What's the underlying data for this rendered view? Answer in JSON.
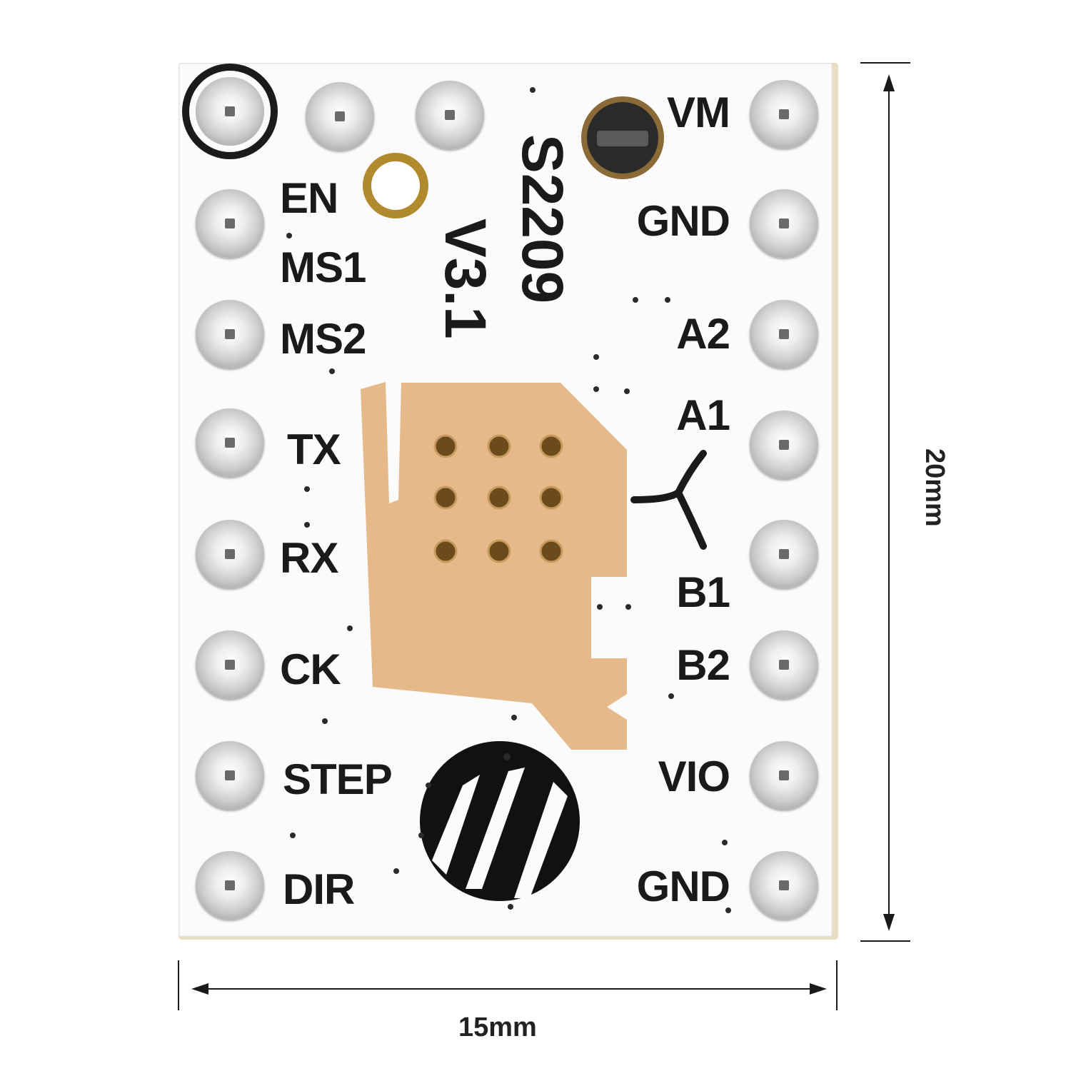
{
  "board": {
    "model_line1": "S2209",
    "model_line2": "V3.1",
    "pins_left": [
      "EN",
      "MS1",
      "MS2",
      "TX",
      "RX",
      "CK",
      "STEP",
      "DIR"
    ],
    "pins_right": [
      "VM",
      "GND",
      "A2",
      "A1",
      "B1",
      "B2",
      "VIO",
      "GND"
    ]
  },
  "dimensions": {
    "width": "15mm",
    "height": "20mm"
  },
  "colors": {
    "pcb": "#fbfbfb",
    "silkscreen": "#1a1a1a",
    "copper_pad": "#e6b98a",
    "via": "#6b4a1c"
  }
}
